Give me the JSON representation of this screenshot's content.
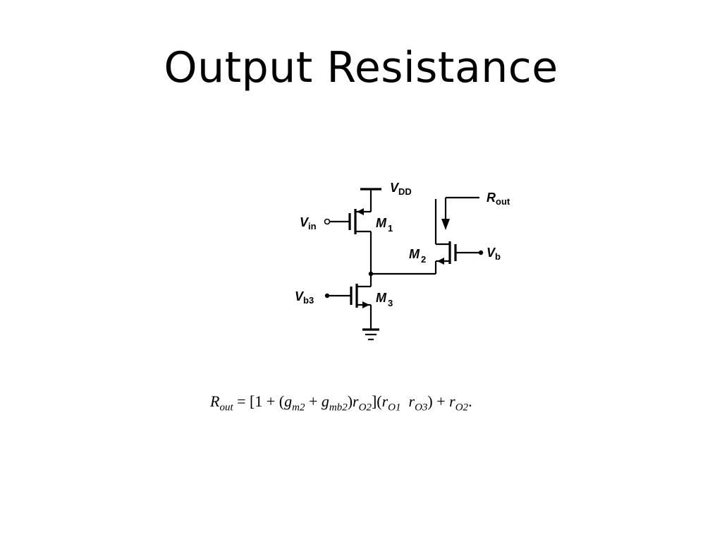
{
  "slide": {
    "title": "Output Resistance"
  },
  "circuit": {
    "vdd": {
      "main": "V",
      "sub": "DD"
    },
    "vin": {
      "main": "V",
      "sub": "in"
    },
    "vb3": {
      "main": "V",
      "sub": "b3"
    },
    "vb": {
      "main": "V",
      "sub": "b"
    },
    "rout": {
      "main": "R",
      "sub": "out"
    },
    "m1": {
      "main": "M",
      "sub": "1"
    },
    "m2": {
      "main": "M",
      "sub": "2"
    },
    "m3": {
      "main": "M",
      "sub": "3"
    }
  },
  "equation": {
    "lhs_main": "R",
    "lhs_sub": "out",
    "eq": "=",
    "open": "[1 + (",
    "g1": "g",
    "g1_sub": "m2",
    "plus": " + ",
    "g2": "g",
    "g2_sub": "mb2",
    "close1": ")",
    "r1": "r",
    "r1_sub": "O2",
    "mid": "](",
    "r2": "r",
    "r2_sub": "O1",
    "sep": "  ",
    "r3": "r",
    "r3_sub": "O3",
    "close2": ") + ",
    "r4": "r",
    "r4_sub": "O2",
    "end": "."
  }
}
